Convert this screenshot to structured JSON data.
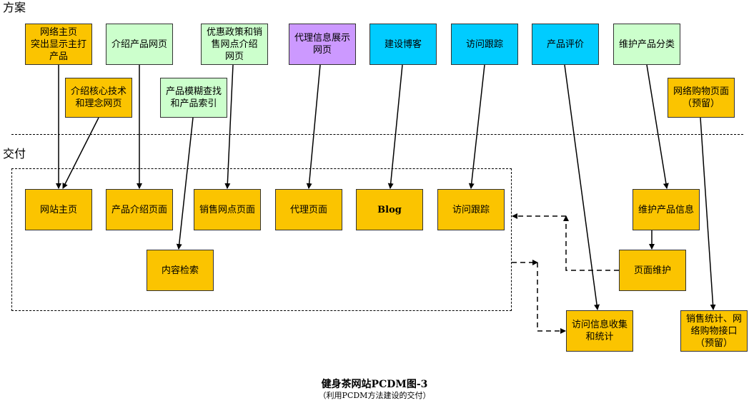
{
  "sections": {
    "plan": "方案",
    "delivery": "交付"
  },
  "plan_boxes": {
    "homepage_plan": "网络主页\n突出显示主打\n产品",
    "core_tech": "介绍核心技术\n和理念网页",
    "product_intro_plan": "介绍产品网页",
    "fuzzy_search_plan": "产品模糊查找\n和产品索引",
    "promo_outlet_plan": "优惠政策和销\n售网点介绍\n网页",
    "agent_info_plan": "代理信息展示\n网页",
    "blog_plan": "建设博客",
    "visit_tracking_plan": "访问跟踪",
    "product_review_plan": "产品评价",
    "maintain_category_plan": "维护产品分类",
    "online_shopping_plan": "网络购物页面\n（预留）"
  },
  "delivery_boxes": {
    "site_home": "网站主页",
    "product_intro_page": "产品介绍页面",
    "outlet_page": "销售网点页面",
    "agent_page": "代理页面",
    "blog": "Blog",
    "visit_tracking": "访问跟踪",
    "content_search": "内容检索",
    "maintain_product_info": "维护产品信息",
    "page_maintenance": "页面维护",
    "visit_info_collect": "访问信息收集\n和统计",
    "sales_stats": "销售统计、网\n络购物接口\n（预留）"
  },
  "caption": {
    "title": "健身茶网站PCDM图-3",
    "subtitle": "（利用PCDM方法建设的交付）"
  },
  "colors": {
    "orange": "#fbc400",
    "green": "#ccffcc",
    "purple": "#cc99ff",
    "cyan": "#00ccff"
  }
}
